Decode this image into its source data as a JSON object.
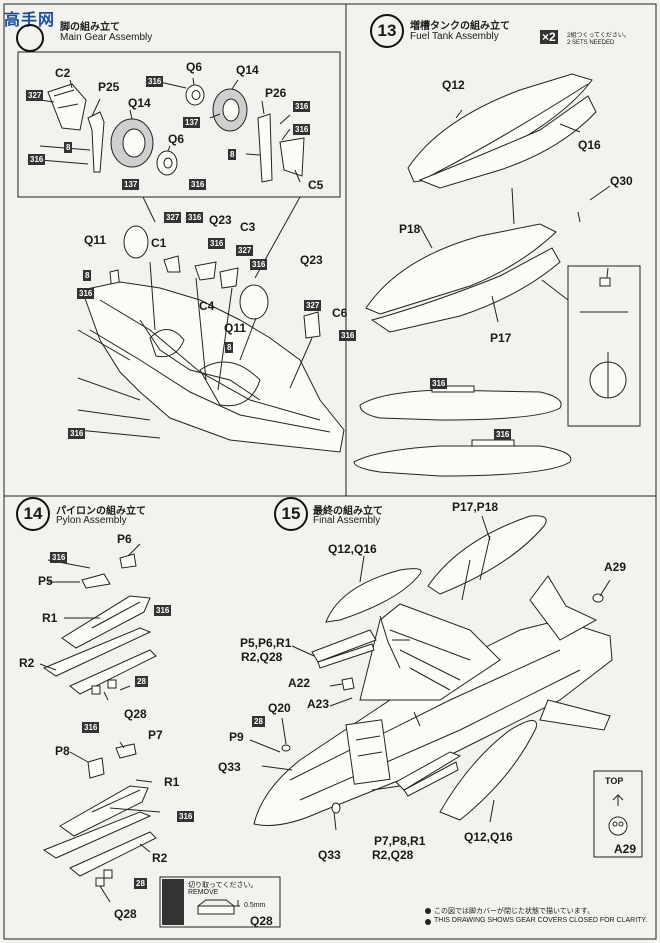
{
  "watermark": {
    "text": "高手网"
  },
  "step12": {
    "jp": "脚の組み立て",
    "en": "Main Gear Assembly"
  },
  "step13": {
    "number": "13",
    "jp": "増槽タンクの組み立て",
    "en": "Fuel Tank Assembly",
    "qty": "×2",
    "qty_jp": "2組つくってください。",
    "qty_en": "2 SETS NEEDED"
  },
  "step14": {
    "number": "14",
    "jp": "パイロンの組み立て",
    "en": "Pylon Assembly"
  },
  "step15": {
    "number": "15",
    "jp": "最終の組み立て",
    "en": "Final Assembly"
  },
  "labels": {
    "C2": "C2",
    "P25": "P25",
    "Q14": "Q14",
    "Q6": "Q6",
    "P26": "P26",
    "C5": "C5",
    "Q11": "Q11",
    "C1": "C1",
    "Q23": "Q23",
    "C3": "C3",
    "C4": "C4",
    "C6": "C6",
    "Q12": "Q12",
    "Q16": "Q16",
    "Q30": "Q30",
    "P18": "P18",
    "P17": "P17",
    "P6": "P6",
    "P5": "P5",
    "R1": "R1",
    "R2": "R2",
    "Q28": "Q28",
    "P8": "P8",
    "P7": "P7",
    "P17P18": "P17,P18",
    "Q12Q16": "Q12,Q16",
    "A29": "A29",
    "P5P6R1": "P5,P6,R1",
    "R2Q28": "R2,Q28",
    "A22": "A22",
    "A23": "A23",
    "Q20": "Q20",
    "P9": "P9",
    "Q33": "Q33",
    "P7P8R1": "P7,P8,R1"
  },
  "markers": {
    "m316": "316",
    "m327": "327",
    "m137": "137",
    "m8": "8",
    "m28": "28"
  },
  "top_box": {
    "label": "TOP",
    "part": "A29"
  },
  "remove_box": {
    "jp": "切り取ってください。",
    "en": "REMOVE",
    "dim": "0.5mm",
    "part": "Q28"
  },
  "footnote": {
    "jp": "この図では脚カバーが閉じた状態で描いています。",
    "en": "THIS DRAWING SHOWS GEAR COVERS CLOSED FOR CLARITY."
  }
}
